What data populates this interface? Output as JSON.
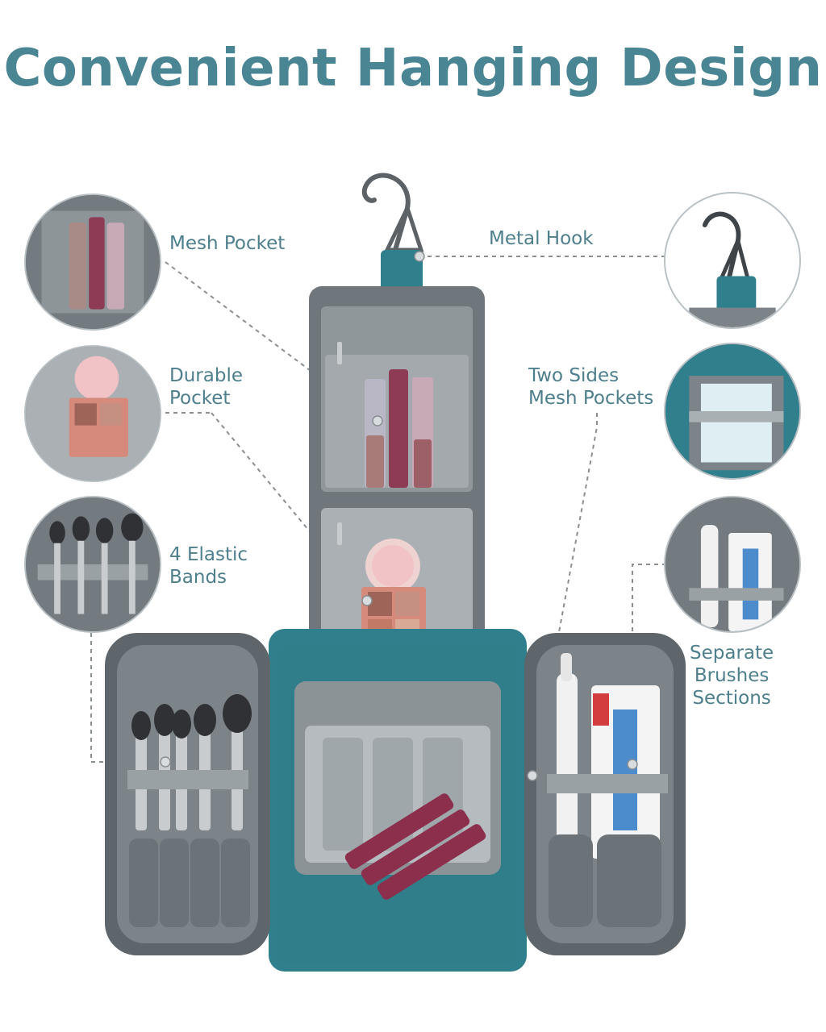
{
  "title": "Convenient Hanging Design",
  "labels": {
    "mesh_pocket": "Mesh Pocket",
    "durable_pocket": "Durable\nPocket",
    "elastic_bands": "4 Elastic\nBands",
    "metal_hook": "Metal Hook",
    "two_sides_mesh": "Two Sides\nMesh Pockets",
    "separate_brushes": "Separate\nBrushes\nSections"
  },
  "colors": {
    "title": "#4a8593",
    "label": "#4d7f8c",
    "teal_fabric": "#2f7f8d",
    "gray_lining": "#7d858a",
    "leader_line": "#8a8f92"
  },
  "icons": [
    "hook-icon",
    "brush-icon",
    "toothbrush-icon",
    "lipstick-icon",
    "eyeshadow-palette-icon"
  ]
}
